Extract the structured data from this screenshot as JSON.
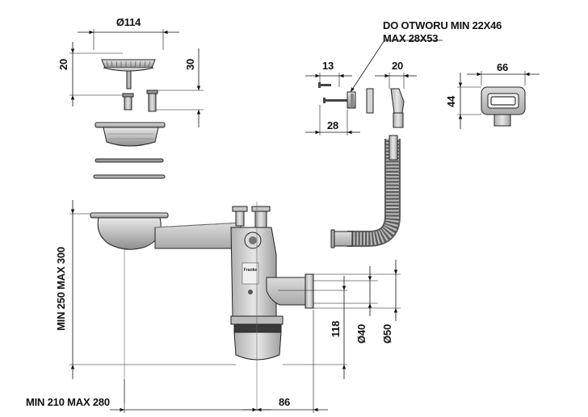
{
  "dimensions": {
    "strainer_diameter": "Ø114",
    "strainer_height_20": "20",
    "strainer_height_30": "30",
    "screw_13": "13",
    "screw_28": "28",
    "cap_20": "20",
    "overflow_66": "66",
    "overflow_44": "44",
    "overflow_hole_line1": "DO OTWORU MIN 22X46",
    "overflow_hole_line2": "MAX 28X53",
    "vertical_range": "MIN 250 MAX 300",
    "horizontal_range": "MIN 210 MAX 280",
    "offset_86": "86",
    "height_118": "118",
    "pipe_40": "Ø40",
    "pipe_50": "Ø50"
  },
  "labels": {
    "siphon_brand": "Franke"
  }
}
